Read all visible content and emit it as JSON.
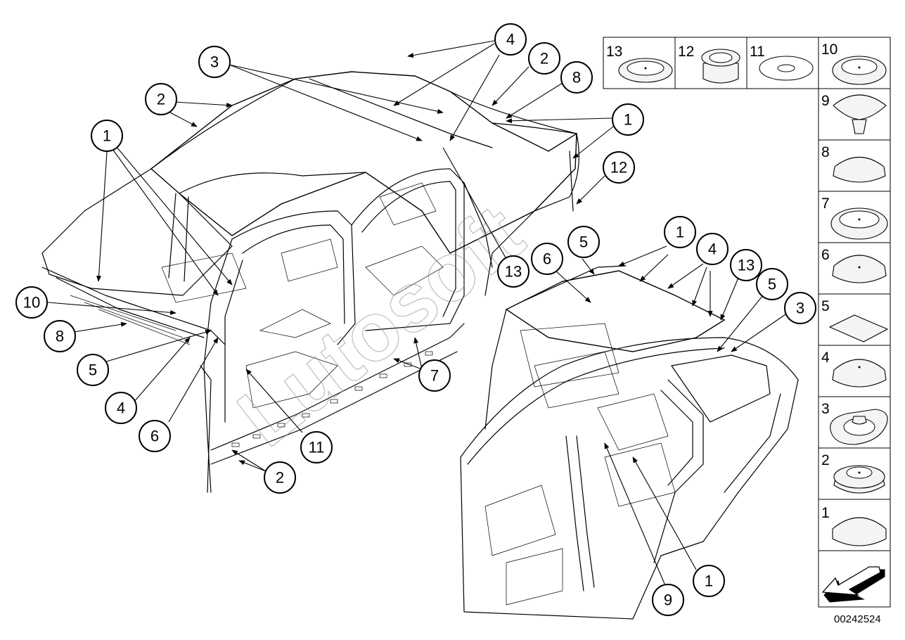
{
  "diagram": {
    "document_number": "00242524",
    "watermark_text": "Lutosoft",
    "callouts_left": [
      {
        "label": "3"
      },
      {
        "label": "4"
      },
      {
        "label": "2"
      },
      {
        "label": "8"
      },
      {
        "label": "2"
      },
      {
        "label": "1"
      },
      {
        "label": "1"
      },
      {
        "label": "12"
      },
      {
        "label": "13"
      },
      {
        "label": "10"
      },
      {
        "label": "8"
      },
      {
        "label": "5"
      },
      {
        "label": "4"
      },
      {
        "label": "6"
      },
      {
        "label": "11"
      },
      {
        "label": "7"
      },
      {
        "label": "2"
      }
    ],
    "callouts_right": [
      {
        "label": "5"
      },
      {
        "label": "6"
      },
      {
        "label": "1"
      },
      {
        "label": "4"
      },
      {
        "label": "13"
      },
      {
        "label": "5"
      },
      {
        "label": "3"
      },
      {
        "label": "1"
      },
      {
        "label": "9"
      }
    ],
    "parts_legend": [
      {
        "number": "13",
        "shape": "flat-ring-plug"
      },
      {
        "number": "12",
        "shape": "stepped-grommet"
      },
      {
        "number": "11",
        "shape": "flat-disc"
      },
      {
        "number": "10",
        "shape": "ring-plug"
      },
      {
        "number": "9",
        "shape": "clip-plug"
      },
      {
        "number": "8",
        "shape": "dome-cap"
      },
      {
        "number": "7",
        "shape": "ring-plug"
      },
      {
        "number": "6",
        "shape": "dome-plug"
      },
      {
        "number": "5",
        "shape": "flat-pad"
      },
      {
        "number": "4",
        "shape": "dome-plug"
      },
      {
        "number": "3",
        "shape": "oval-plug"
      },
      {
        "number": "2",
        "shape": "grommet"
      },
      {
        "number": "1",
        "shape": "dome-cap"
      }
    ],
    "legend_arrow": "continuation-arrow-icon"
  }
}
